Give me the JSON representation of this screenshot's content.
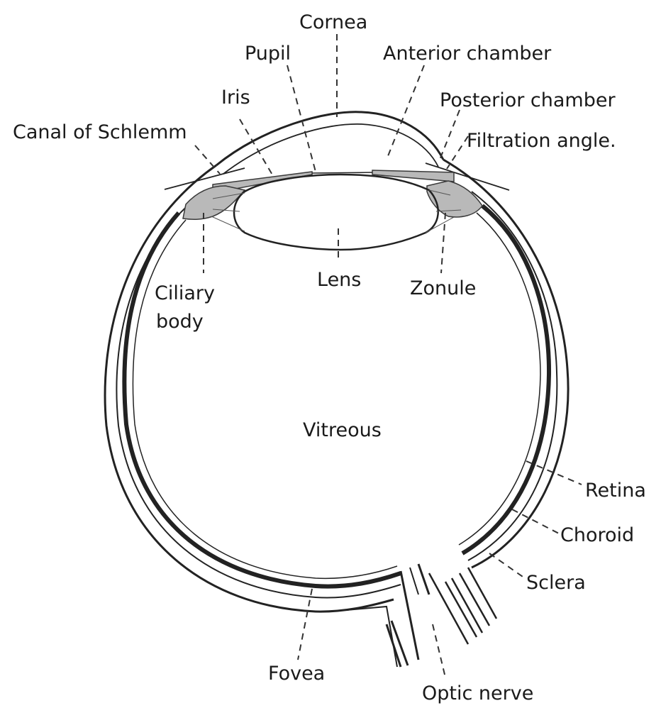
{
  "labels": {
    "cornea": "Cornea",
    "pupil": "Pupil",
    "anterior_chamber": "Anterior chamber",
    "iris": "Iris",
    "posterior_chamber": "Posterior chamber",
    "canal_of_schlemm": "Canal of Schlemm",
    "filtration_angle": "Filtration angle.",
    "ciliary_body_line1": "Ciliary",
    "ciliary_body_line2": "body",
    "lens": "Lens",
    "zonule": "Zonule",
    "vitreous": "Vitreous",
    "retina": "Retina",
    "choroid": "Choroid",
    "sclera": "Sclera",
    "fovea": "Fovea",
    "optic_nerve": "Optic nerve"
  },
  "colors": {
    "line": "#222222",
    "stipple": "#b9b9b9",
    "background": "#ffffff"
  }
}
